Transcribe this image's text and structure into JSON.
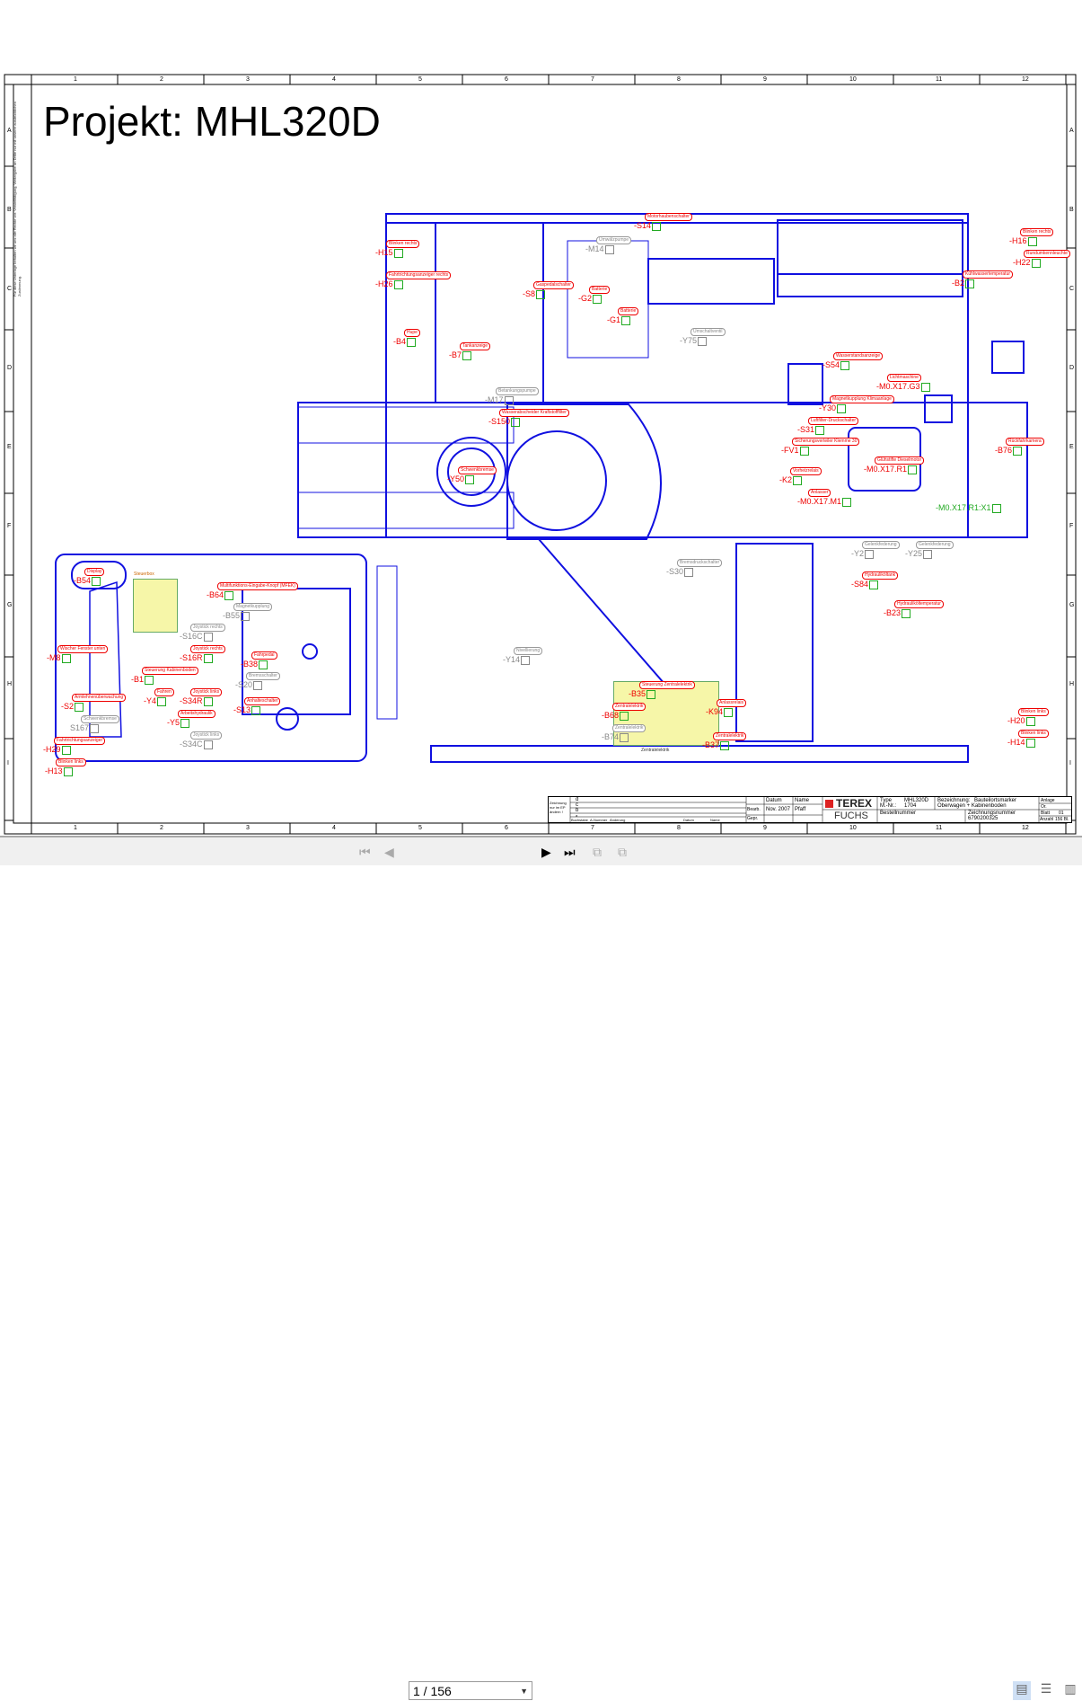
{
  "document": {
    "title": "Projekt: MHL320D",
    "columns": [
      "1",
      "2",
      "3",
      "4",
      "5",
      "6",
      "7",
      "8",
      "9",
      "10",
      "11",
      "12"
    ],
    "rows": [
      "A",
      "B",
      "C",
      "D",
      "E",
      "F",
      "G",
      "H",
      "I"
    ],
    "side_note": "Für diese Unterlage behalten wir uns alle Rechte vor. Vervielfältigung, Weitergabe an Dritte nur mit unserer ausdrücklichen Zustimmung.",
    "zones": {
      "steuerbox": "Steuerbox",
      "zentralelektrik": "Zentralelektrik"
    },
    "markers": [
      {
        "des": "-B54",
        "tag": "Display",
        "kind": "red"
      },
      {
        "des": "-B64",
        "tag": "Multifunktions-Eingabe-Knopf (MFEK)",
        "kind": "red"
      },
      {
        "des": "-B55",
        "tag": "Magnetkupplung",
        "kind": "grey"
      },
      {
        "des": "-S16C",
        "tag": "Joystick rechts",
        "kind": "grey"
      },
      {
        "des": "-S16R",
        "tag": "Joystick rechts",
        "kind": "red"
      },
      {
        "des": "-B1",
        "tag": "Steuerung Kabinenboden",
        "kind": "red"
      },
      {
        "des": "-M8",
        "tag": "Wischer Fenster unten",
        "kind": "red"
      },
      {
        "des": "-Y4",
        "tag": "Fahren",
        "kind": "red"
      },
      {
        "des": "-Y5",
        "tag": "Arbeitshydraulik",
        "kind": "red"
      },
      {
        "des": "-B38",
        "tag": "Fahrpedal",
        "kind": "red"
      },
      {
        "des": "-S20",
        "tag": "Bremsschalter",
        "kind": "grey"
      },
      {
        "des": "-S34R",
        "tag": "Joystick links",
        "kind": "red"
      },
      {
        "des": "-S34C",
        "tag": "Joystick links",
        "kind": "grey"
      },
      {
        "des": "-S13",
        "tag": "Anhalteschalter",
        "kind": "red"
      },
      {
        "des": "-S2",
        "tag": "Armlehnenüberwachung",
        "kind": "red"
      },
      {
        "des": "S167",
        "tag": "Schwenkbremse",
        "kind": "grey"
      },
      {
        "des": "-H29",
        "tag": "Fahrtrichtungsanzeiger",
        "kind": "red"
      },
      {
        "des": "-H13",
        "tag": "Blinken links",
        "kind": "red"
      },
      {
        "des": "-H15",
        "tag": "Blinken rechts",
        "kind": "red"
      },
      {
        "des": "-H26",
        "tag": "Fahrtrichtungsanzeiger rechts",
        "kind": "red"
      },
      {
        "des": "-B4",
        "tag": "Hupe",
        "kind": "red"
      },
      {
        "des": "-B7",
        "tag": "Tankanzeige",
        "kind": "red"
      },
      {
        "des": "-S8",
        "tag": "Gaspedalschalter",
        "kind": "red"
      },
      {
        "des": "-G2",
        "tag": "Batterie",
        "kind": "red"
      },
      {
        "des": "-G1",
        "tag": "Batterie",
        "kind": "red"
      },
      {
        "des": "-S14",
        "tag": "Motorhaubenschalter",
        "kind": "red"
      },
      {
        "des": "-M14",
        "tag": "Umwälzpumpe",
        "kind": "grey"
      },
      {
        "des": "-Y75",
        "tag": "Umschaltventil",
        "kind": "grey"
      },
      {
        "des": "-M17",
        "tag": "Betankungspumpe",
        "kind": "grey"
      },
      {
        "des": "-S150",
        "tag": "Wasserabscheider Kraftstofffilter",
        "kind": "red"
      },
      {
        "des": "-Y50",
        "tag": "Schwenkbremse",
        "kind": "red"
      },
      {
        "des": "-S54",
        "tag": "Wasserstandsanzeige",
        "kind": "red"
      },
      {
        "des": "-M0.X17.G3",
        "tag": "Lichtmaschine",
        "kind": "red"
      },
      {
        "des": "-Y30",
        "tag": "Magnetkupplung Klimaanlage",
        "kind": "red"
      },
      {
        "des": "-S31",
        "tag": "Luftfilter-Druckschalter",
        "kind": "red"
      },
      {
        "des": "-FV1",
        "tag": "Sicherungsverteiler Klemme 30",
        "kind": "red"
      },
      {
        "des": "-K2",
        "tag": "Vorheizrelais",
        "kind": "red"
      },
      {
        "des": "-M0.X17.M1",
        "tag": "Anlasser",
        "kind": "red"
      },
      {
        "des": "-M0.X17.R1",
        "tag": "Glühstifte Dieselmotor",
        "kind": "red"
      },
      {
        "des": "-B76",
        "tag": "Rückfahrkamera",
        "kind": "red"
      },
      {
        "des": "-H16",
        "tag": "Blinken rechts",
        "kind": "red"
      },
      {
        "des": "-H22",
        "tag": "Rundumkennleuchte",
        "kind": "red"
      },
      {
        "des": "-B2",
        "tag": "Kühlwassertemperatur",
        "kind": "red"
      },
      {
        "des": "-S84",
        "tag": "Hydrauliköltank",
        "kind": "red"
      },
      {
        "des": "-B23",
        "tag": "Hydrauliköltemperatur",
        "kind": "red"
      },
      {
        "des": "-Y2",
        "tag": "Gelenkfederung",
        "kind": "grey"
      },
      {
        "des": "-Y25",
        "tag": "Gelenkfederung",
        "kind": "grey"
      },
      {
        "des": "-Y14",
        "tag": "Nivellierung",
        "kind": "grey"
      },
      {
        "des": "-S30",
        "tag": "Bremsdruckschalter",
        "kind": "grey"
      },
      {
        "des": "-B35",
        "tag": "Steuerung Zentralelektrik",
        "kind": "red"
      },
      {
        "des": "-B68",
        "tag": "Zentralelektrik",
        "kind": "red"
      },
      {
        "des": "-B74",
        "tag": "Zentralelektrik",
        "kind": "grey"
      },
      {
        "des": "-B37",
        "tag": "Zentralelektrik",
        "kind": "red"
      },
      {
        "des": "-K94",
        "tag": "Anlassrelais",
        "kind": "red"
      },
      {
        "des": "-H20",
        "tag": "Blinken links",
        "kind": "red"
      },
      {
        "des": "-H14",
        "tag": "Blinken links",
        "kind": "red"
      },
      {
        "des": "-M0.X17.R1:X1",
        "tag": "",
        "kind": "green"
      }
    ]
  },
  "title_block": {
    "change_label": "Zeichnung nur im EP ändern !",
    "change_rows": [
      "d",
      "c",
      "b",
      "a"
    ],
    "change_headers": [
      "Buchstabe",
      "A-Nummer",
      "Änderung",
      "Datum",
      "Name"
    ],
    "datum_label": "Datum",
    "name_label": "Name",
    "bearb_label": "Bearb.",
    "bearb_date": "Nov. 2007",
    "bearb_name": "Pfaff",
    "gepr_label": "Gepr.",
    "brand_top": "TEREX",
    "brand_bottom": "FUCHS",
    "type_label": "Type",
    "type_value": "MHL320D",
    "mnr_label": "M.-Nr.:",
    "mnr_value": "1704",
    "bez_label": "Bezeichnung:",
    "bez_value1": "Bauteilortsmarker",
    "bez_value2": "Oberwagen + Kabinenboden",
    "bestell_label": "Bestellnummer",
    "zeich_label": "Zeichnungsnummer",
    "zeich_value": "6790200325",
    "anlage_label": "Anlage",
    "or_label": "Or.",
    "blatt_label": "Blatt",
    "blatt_value": "01",
    "anzahl_label": "Anzahl",
    "anzahl_value": "156 Bl."
  },
  "toolbar": {
    "first_icon": "first-page-icon",
    "prev_icon": "prev-page-icon",
    "page_value": "1 / 156",
    "next_icon": "next-page-icon",
    "last_icon": "last-page-icon",
    "view_modes": [
      "single-page",
      "continuous",
      "two-page"
    ],
    "active_view": "single-page"
  }
}
